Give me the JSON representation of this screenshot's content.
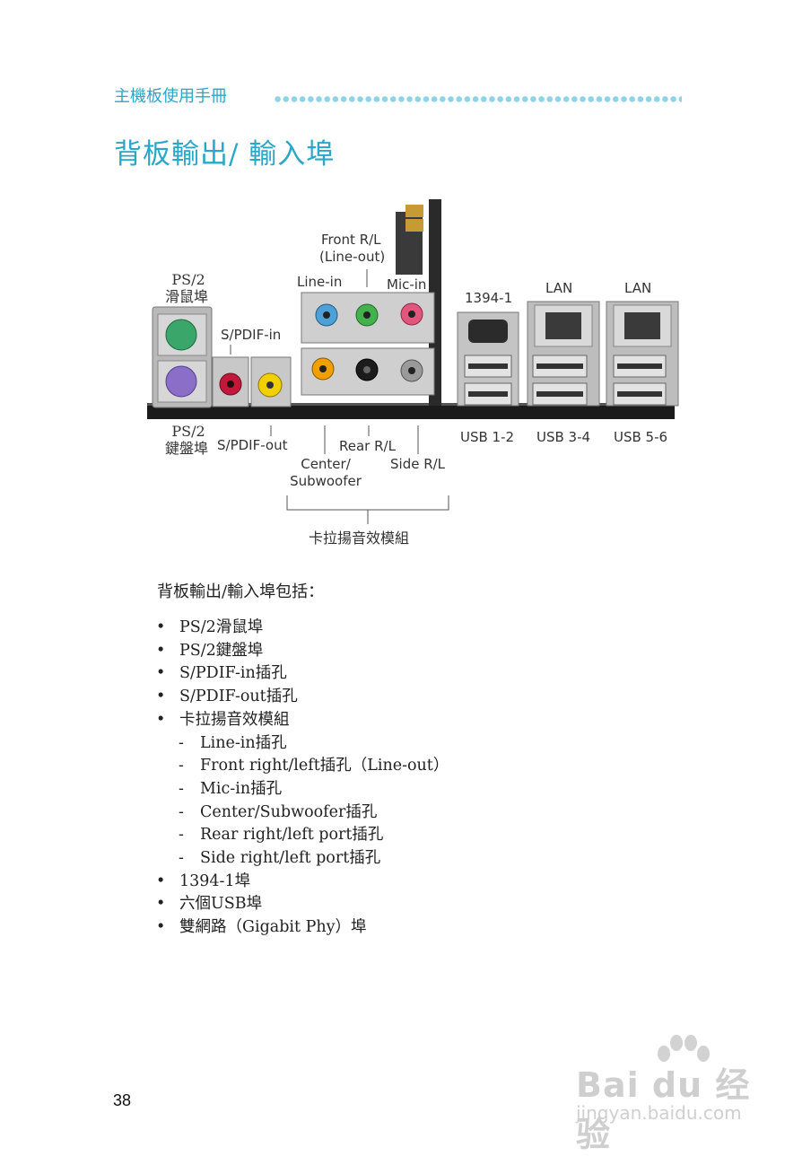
{
  "header": {
    "manual_title": "主機板使用手冊"
  },
  "page_title": "背板輸出/ 輸入埠",
  "diagram": {
    "labels": {
      "ps2_mouse_top": "PS/2",
      "ps2_mouse_bottom": "滑鼠埠",
      "spdif_in": "S/PDIF-in",
      "front_rl_1": "Front R/L",
      "front_rl_2": "(Line-out)",
      "line_in": "Line-in",
      "mic_in": "Mic-in",
      "ieee1394": "1394-1",
      "lan_1": "LAN",
      "lan_2": "LAN",
      "ps2_keyboard_top": "PS/2",
      "ps2_keyboard_bottom": "鍵盤埠",
      "spdif_out": "S/PDIF-out",
      "rear_rl": "Rear R/L",
      "center_1": "Center/",
      "center_2": "Subwoofer",
      "side_rl": "Side R/L",
      "usb_12": "USB 1-2",
      "usb_34": "USB 3-4",
      "usb_56": "USB 5-6",
      "karaoke_module": "卡拉揚音效模組"
    }
  },
  "intro": "背板輸出/輸入埠包括：",
  "features": [
    {
      "text": "PS/2滑鼠埠",
      "level": 1
    },
    {
      "text": "PS/2鍵盤埠",
      "level": 1
    },
    {
      "text": "S/PDIF-in插孔",
      "level": 1
    },
    {
      "text": "S/PDIF-out插孔",
      "level": 1
    },
    {
      "text": "卡拉揚音效模組",
      "level": 1
    },
    {
      "text": "Line-in插孔",
      "level": 2
    },
    {
      "text": "Front right/left插孔（Line-out）",
      "level": 2
    },
    {
      "text": "Mic-in插孔",
      "level": 2
    },
    {
      "text": "Center/Subwoofer插孔",
      "level": 2
    },
    {
      "text": "Rear right/left port插孔",
      "level": 2
    },
    {
      "text": "Side right/left port插孔",
      "level": 2
    },
    {
      "text": "1394-1埠",
      "level": 1
    },
    {
      "text": "六個USB埠",
      "level": 1
    },
    {
      "text": "雙網路（Gigabit Phy）埠",
      "level": 1
    }
  ],
  "page_number": "38",
  "watermark": {
    "brand": "Bai du 经验",
    "url": "jingyan.baidu.com"
  }
}
